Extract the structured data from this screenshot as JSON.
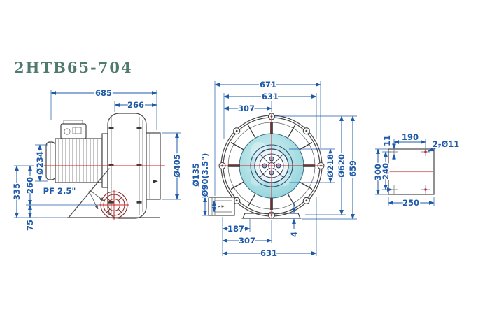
{
  "title": "2HTB65-704",
  "colors": {
    "dimension_blue": "#1f5aa8",
    "outline_gray": "#474747",
    "centerline_red": "#cc2222",
    "detail_centerline_pink": "#d98a8a",
    "inlet_fill_cyan": "#aadde3",
    "title_green": "#4f7a6e"
  },
  "side_view": {
    "dims": {
      "overall_length": "685",
      "housing_depth": "266",
      "motor_diameter": "Ø234",
      "axis_to_base": "335",
      "axis_to_outlet": "260",
      "outlet_to_base": "75",
      "inlet_diameter": "Ø405",
      "outlet_port": "PF 2.5\""
    }
  },
  "front_view": {
    "dims": {
      "overall_width": "671",
      "flange_width_top": "631",
      "axis_offset_top": "307",
      "hub_diameter": "Ø218",
      "housing_diameter": "Ø620",
      "overall_height": "659",
      "outlet_od": "Ø135",
      "outlet_bore": "Ø90(3.5\")",
      "base_to_outlet": "187",
      "axis_offset_bottom": "307",
      "flange_width_bottom": "631",
      "base_step": "4"
    }
  },
  "detail_view": {
    "dims": {
      "hole_edge_offset": "11",
      "hole_spacing_x": "190",
      "holes_spec": "2-Ø11",
      "plate_height": "300",
      "hole_spacing_y": "240",
      "plate_width": "250"
    }
  }
}
